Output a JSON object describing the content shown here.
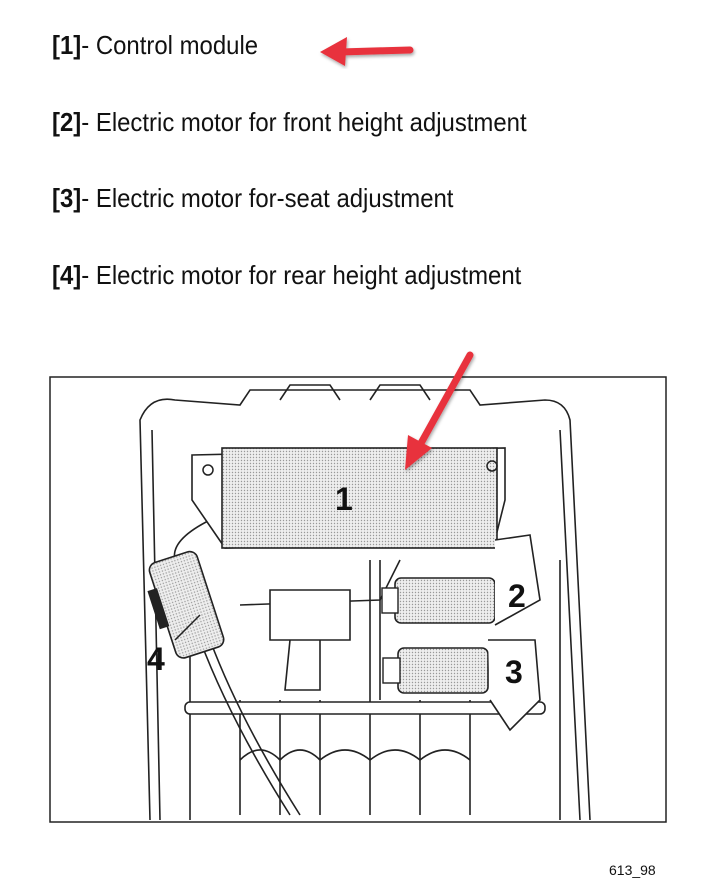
{
  "legend": [
    {
      "number": "[1]",
      "sep": "- ",
      "text": "Control module"
    },
    {
      "number": "[2]",
      "sep": "- ",
      "text": "Electric motor for front height adjustment"
    },
    {
      "number": "[3]",
      "sep": "- ",
      "text": "Electric motor for-seat adjustment"
    },
    {
      "number": "[4]",
      "sep": "- ",
      "text": "Electric motor for rear height adjustment"
    }
  ],
  "diagram": {
    "callouts": [
      "1",
      "2",
      "3",
      "4"
    ],
    "arrow_color": "#e8323c"
  },
  "figure_id": "613_98"
}
